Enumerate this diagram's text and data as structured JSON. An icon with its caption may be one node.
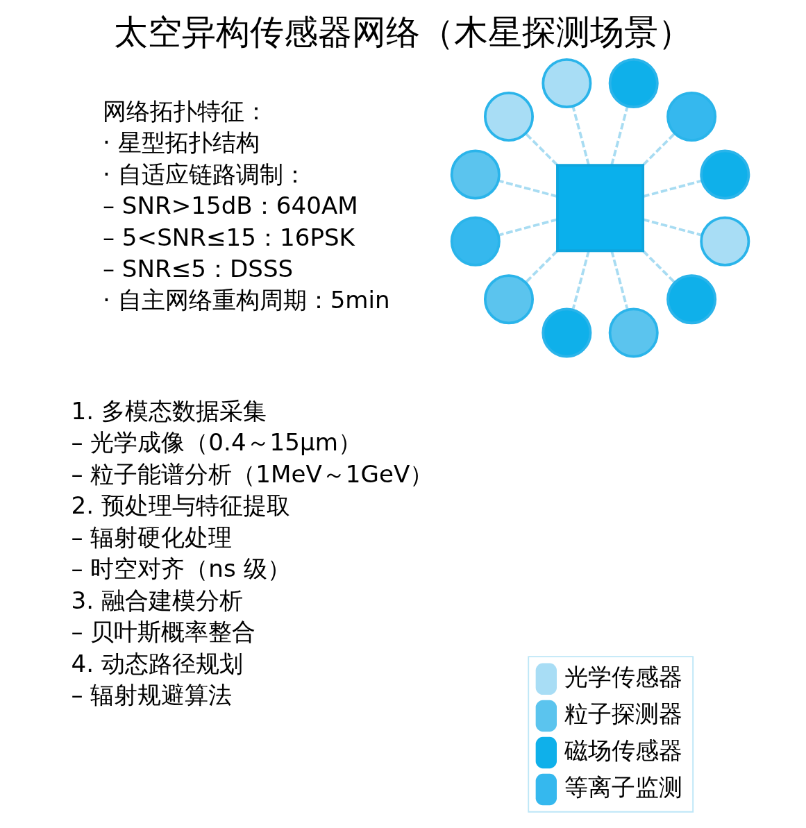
{
  "diagram": {
    "title": "太空异构传感器网络（木星探测场景）",
    "nodes": [
      {
        "text": [],
        "shape": "circle"
      },
      {
        "text": [],
        "shape": "circle"
      },
      {
        "text": [],
        "shape": "circle"
      },
      {
        "text": [],
        "shape": "circle"
      },
      {
        "text": [],
        "shape": "circle"
      },
      {
        "text": [],
        "shape": "circle"
      },
      {
        "text": [],
        "shape": "circle"
      },
      {
        "text": [],
        "shape": "circle"
      },
      {
        "text": [],
        "shape": "box"
      },
      {
        "text": [],
        "shape": "circle"
      },
      {
        "text": [],
        "shape": "circle"
      },
      {
        "text": [],
        "shape": "circle"
      },
      {
        "text": [],
        "shape": "circle"
      }
    ],
    "edges": [
      {
        "from": 8,
        "to": 0,
        "arrow": "none",
        "style": "dashed"
      },
      {
        "from": 8,
        "to": 1,
        "arrow": "none",
        "style": "dashed"
      },
      {
        "from": 8,
        "to": 2,
        "arrow": "none",
        "style": "dashed"
      },
      {
        "from": 8,
        "to": 3,
        "arrow": "none",
        "style": "dashed"
      },
      {
        "from": 8,
        "to": 4,
        "arrow": "none",
        "style": "dashed"
      },
      {
        "from": 8,
        "to": 5,
        "arrow": "none",
        "style": "dashed"
      },
      {
        "from": 8,
        "to": 6,
        "arrow": "none",
        "style": "dashed"
      },
      {
        "from": 8,
        "to": 7,
        "arrow": "none",
        "style": "dashed"
      },
      {
        "from": 8,
        "to": 9,
        "arrow": "none",
        "style": "dashed"
      },
      {
        "from": 8,
        "to": 10,
        "arrow": "none",
        "style": "dashed"
      },
      {
        "from": 8,
        "to": 11,
        "arrow": "none",
        "style": "dashed"
      },
      {
        "from": 8,
        "to": 12,
        "arrow": "none",
        "style": "dashed"
      }
    ],
    "labels": [
      "1. 多模态数据采集",
      "– 光学成像（0.4～15μm）",
      "– 粒子能谱分析（1MeV～1GeV）",
      "2. 预处理与特征提取",
      "– 辐射硬化处理",
      "– 时空对齐（ns 级）",
      "3. 融合建模分析",
      "– 贝叶斯概率整合",
      "4. 动态路径规划",
      "– 辐射规避算法",
      "网络拓扑特征：",
      "· 星型拓扑结构",
      "· 自适应链路调制：",
      "– SNR>15dB：640AM",
      "– 5<SNR≤15：16PSK",
      "– SNR≤5：DSSS",
      "· 自主网络重构周期：5min"
    ],
    "legend": [
      {
        "text": "光学传感器",
        "color": "#a8ddf5"
      },
      {
        "text": "粒子探测器",
        "color": "#5bc4ee"
      },
      {
        "text": "磁场传感器",
        "color": "#0fb0ea"
      },
      {
        "text": "等离子监测",
        "color": "#35b8ee"
      }
    ]
  }
}
